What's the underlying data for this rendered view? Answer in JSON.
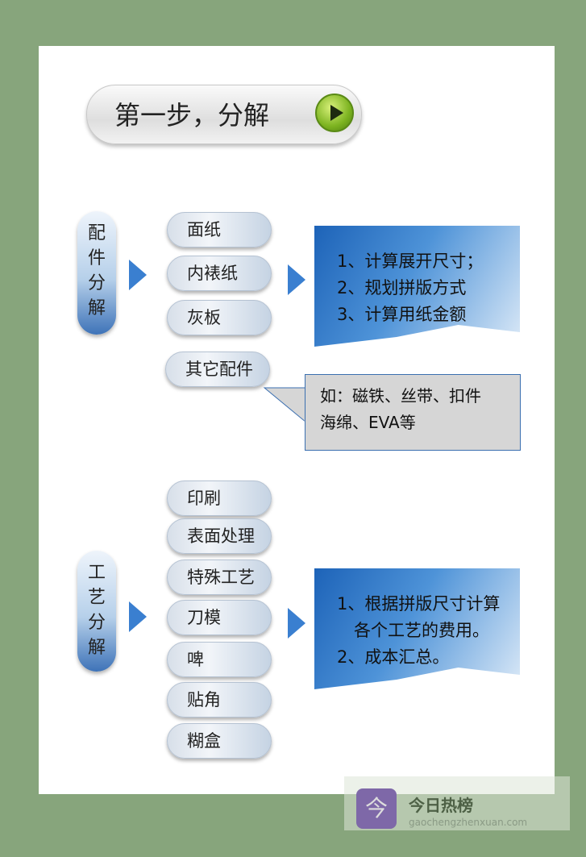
{
  "title": "第一步，分解",
  "section1": {
    "label": "配件分解",
    "items": [
      "面纸",
      "内裱纸",
      "灰板",
      "其它配件"
    ],
    "notes": [
      "1、计算展开尺寸；",
      "2、规划拼版方式",
      "3、计算用纸金额"
    ],
    "callout": [
      "如：磁铁、丝带、扣件",
      "海绵、EVA等"
    ]
  },
  "section2": {
    "label": "工艺分解",
    "items": [
      "印刷",
      "表面处理",
      "特殊工艺",
      "刀模",
      "啤",
      "贴角",
      "糊盒"
    ],
    "notes": [
      "1、根据拼版尺寸计算",
      "　各个工艺的费用。",
      "2、成本汇总。"
    ]
  },
  "watermark": {
    "logo_char": "今",
    "name": "今日热榜",
    "url": "gaochengzhenxuan.com"
  }
}
